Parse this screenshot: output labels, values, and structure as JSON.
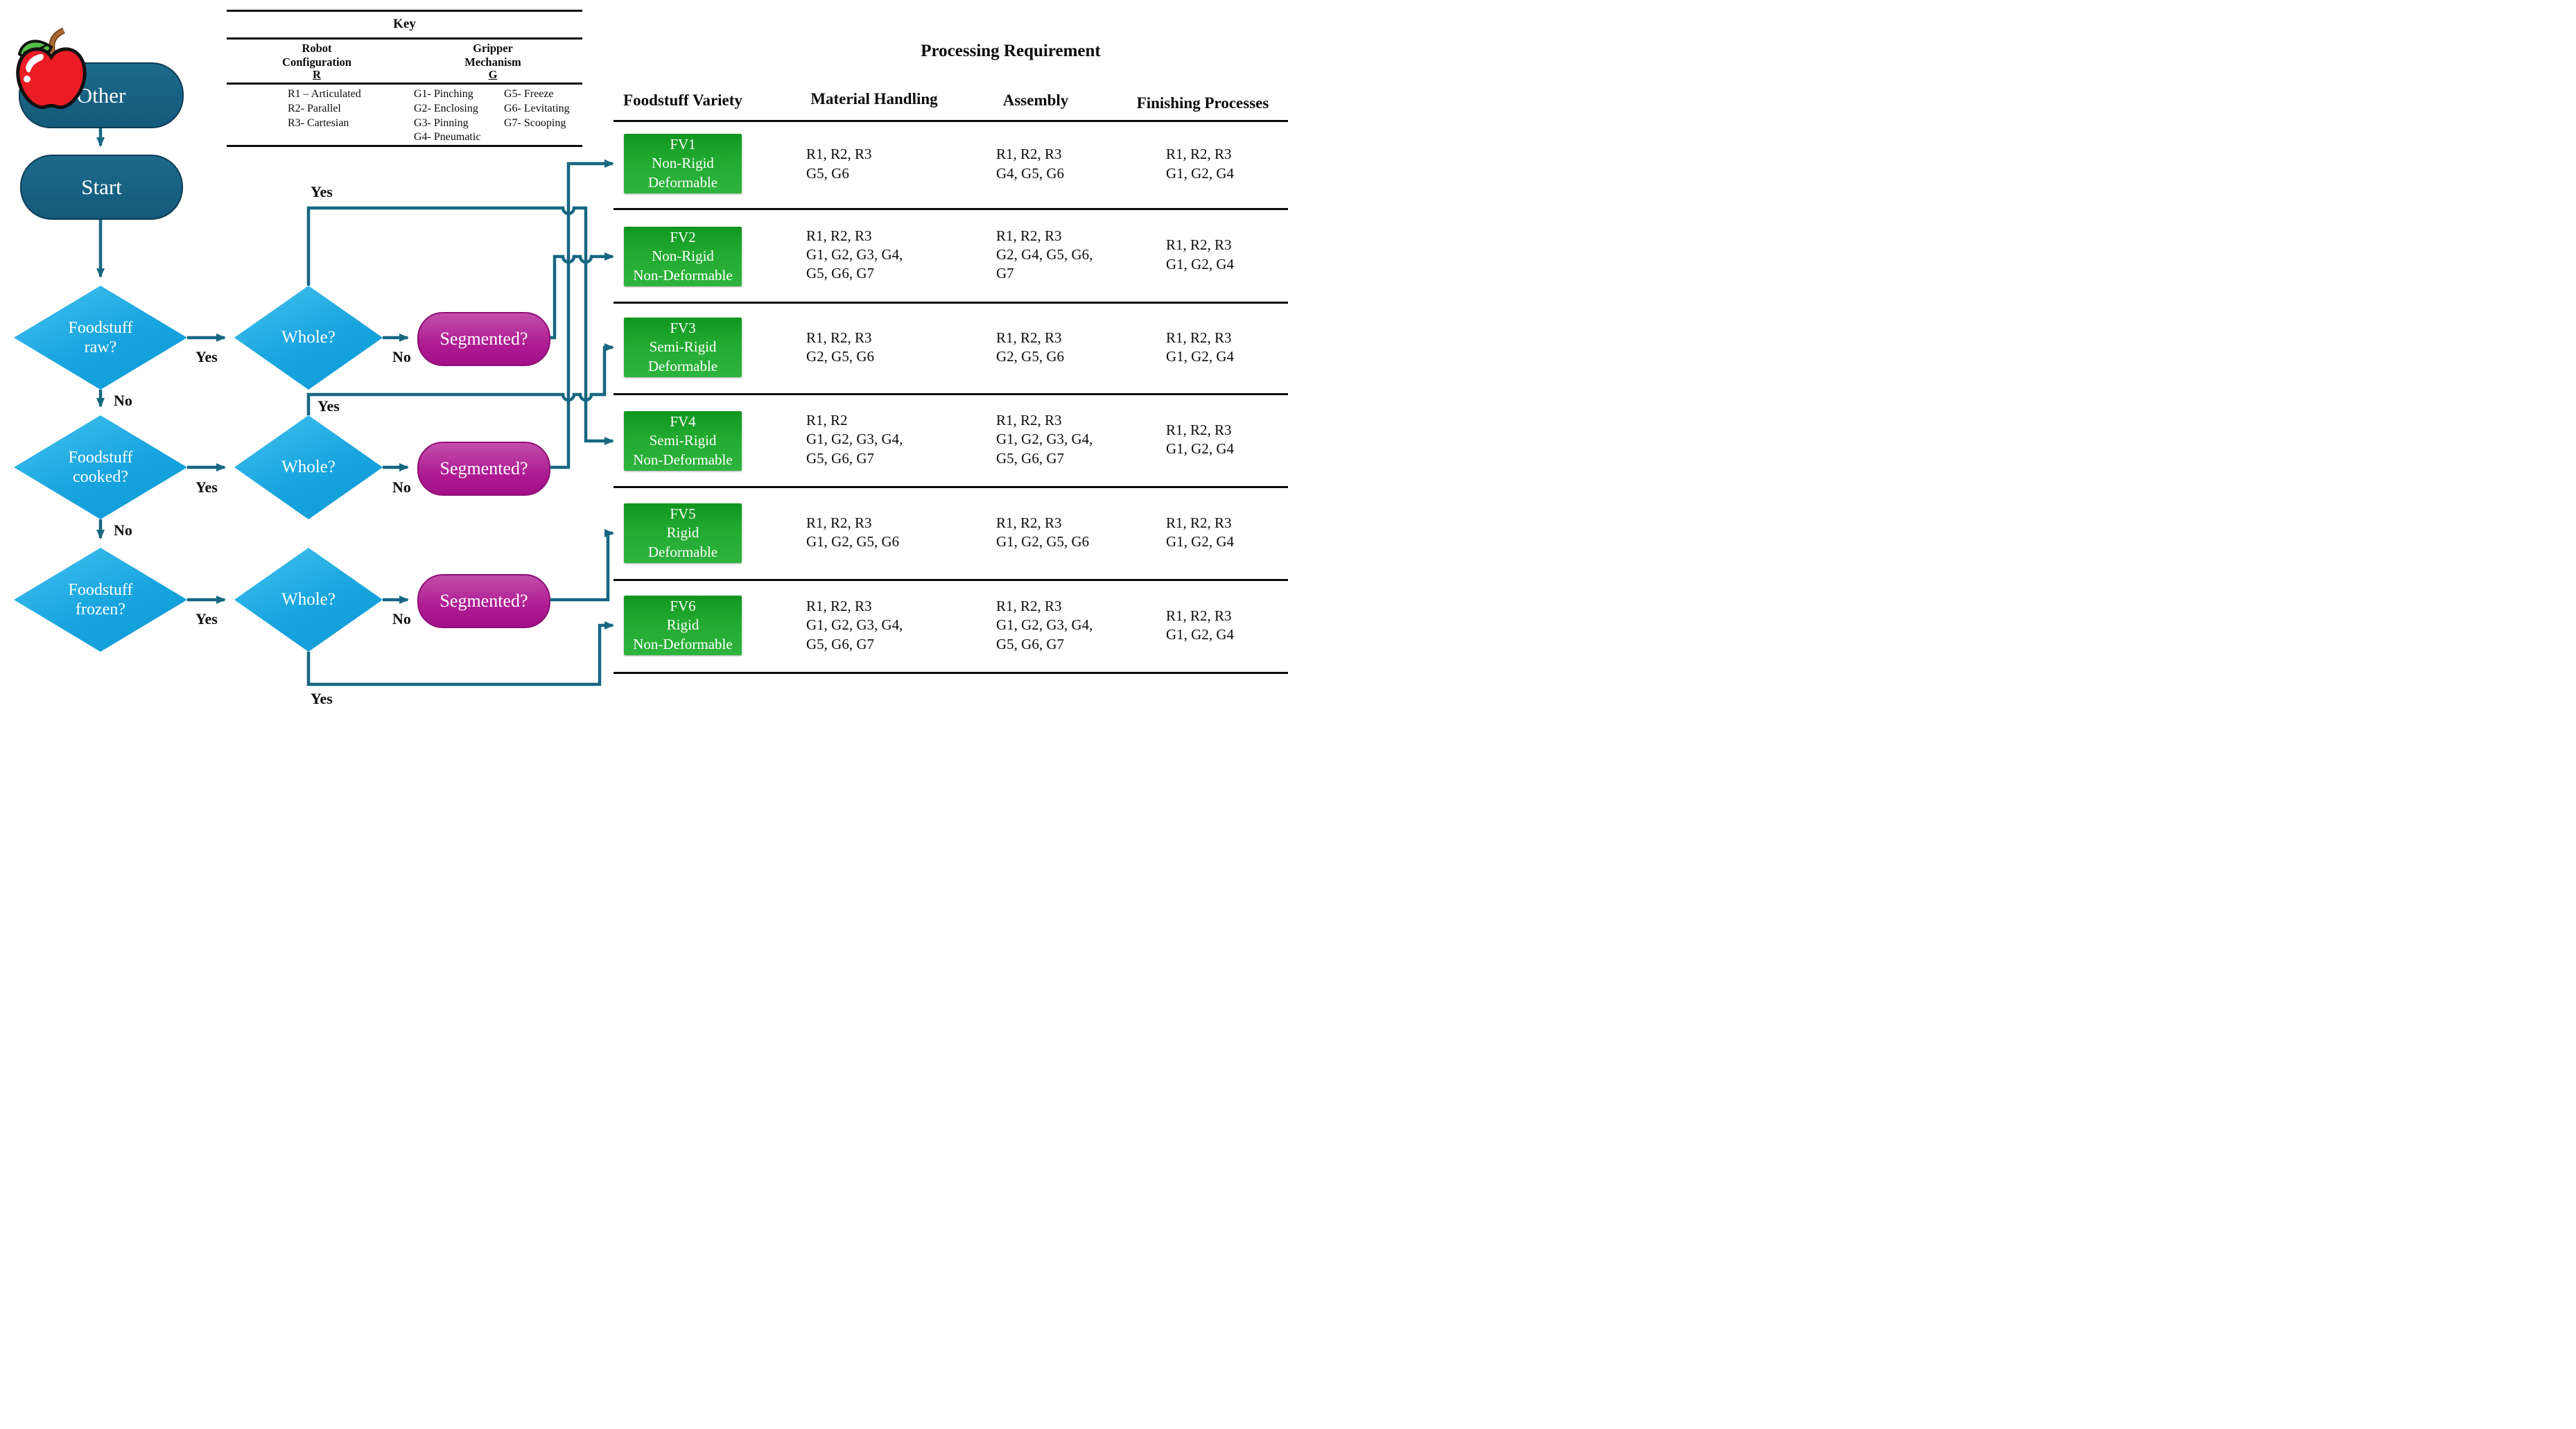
{
  "labels": {
    "yes": "Yes",
    "no": "No"
  },
  "nodes": {
    "other": "Other",
    "start": "Start",
    "d_raw": "Foodstuff\nraw?",
    "d_cooked": "Foodstuff\ncooked?",
    "d_frozen": "Foodstuff\nfrozen?",
    "whole": "Whole?",
    "segmented": "Segmented?"
  },
  "icons": {
    "apple": "apple-icon"
  },
  "colors": {
    "node_dark_teal": "#14597a",
    "diamond_blue": "#18a4de",
    "pill_magenta": "#ae1b92",
    "fv_green": "#22aa31",
    "connector_teal": "#176781",
    "rule_black": "#0b0b0b"
  },
  "key_table": {
    "title": "Key",
    "robot_header": "Robot\nConfiguration",
    "robot_letter": "R",
    "gripper_header": "Gripper\nMechanism",
    "gripper_letter": "G",
    "robot_items": "R1 – Articulated\nR2- Parallel\nR3- Cartesian",
    "gripper_items_1": "G1- Pinching\nG2- Enclosing\nG3- Pinning\nG4- Pneumatic",
    "gripper_items_2": "G5- Freeze\nG6- Levitating\nG7- Scooping"
  },
  "table": {
    "title": "Processing Requirement",
    "col_variety": "Foodstuff Variety",
    "col_mh": "Material Handling",
    "col_asm": "Assembly",
    "col_fin": "Finishing Processes",
    "rows": [
      {
        "variety": "FV1\nNon-Rigid\nDeformable",
        "mh": "R1, R2, R3\nG5, G6",
        "asm": "R1, R2, R3\nG4, G5, G6",
        "fin": "R1, R2, R3\nG1, G2, G4"
      },
      {
        "variety": "FV2\nNon-Rigid\nNon-Deformable",
        "mh": "R1, R2, R3\nG1, G2, G3, G4,\nG5, G6, G7",
        "asm": "R1, R2, R3\nG2, G4, G5, G6,\nG7",
        "fin": "R1, R2, R3\nG1, G2, G4"
      },
      {
        "variety": "FV3\nSemi-Rigid\nDeformable",
        "mh": "R1, R2, R3\nG2, G5, G6",
        "asm": "R1, R2, R3\nG2, G5, G6",
        "fin": "R1, R2, R3\nG1, G2, G4"
      },
      {
        "variety": "FV4\nSemi-Rigid\nNon-Deformable",
        "mh": "R1, R2\nG1, G2, G3, G4,\nG5, G6, G7",
        "asm": "R1, R2, R3\nG1, G2, G3, G4,\nG5, G6, G7",
        "fin": "R1, R2, R3\nG1, G2, G4"
      },
      {
        "variety": "FV5\nRigid\nDeformable",
        "mh": "R1, R2, R3\nG1, G2, G5, G6",
        "asm": "R1, R2, R3\nG1, G2, G5, G6",
        "fin": "R1, R2, R3\nG1, G2, G4"
      },
      {
        "variety": "FV6\nRigid\nNon-Deformable",
        "mh": "R1, R2, R3\nG1, G2, G3, G4,\nG5, G6, G7",
        "asm": "R1, R2, R3\nG1, G2, G3, G4,\nG5, G6, G7",
        "fin": "R1, R2, R3\nG1, G2, G4"
      }
    ]
  }
}
